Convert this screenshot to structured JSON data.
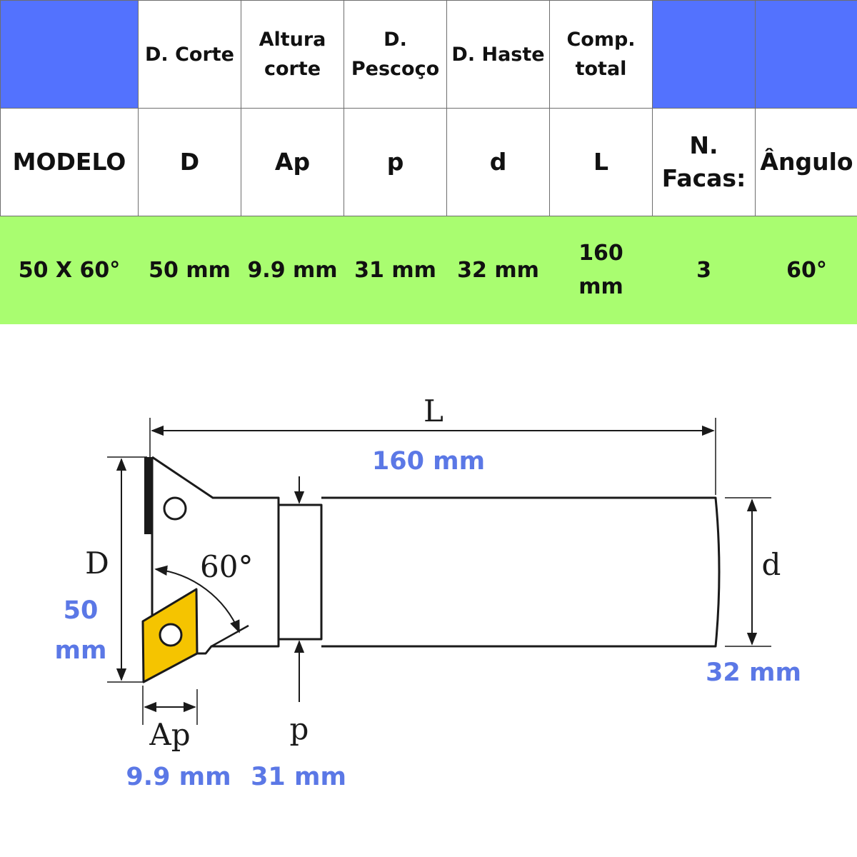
{
  "table": {
    "header_row": [
      "",
      "D. Corte",
      "Altura corte",
      "D. Pescoço",
      "D. Haste",
      "Comp. total",
      "",
      ""
    ],
    "symbol_row": [
      "MODELO",
      "D",
      "Ap",
      "p",
      "d",
      "L",
      "N. Facas:",
      "Ângulo"
    ],
    "value_row": [
      "50 X 60°",
      "50 mm",
      "9.9 mm",
      "31 mm",
      "32 mm",
      "160 mm",
      "3",
      "60°"
    ]
  },
  "diagram": {
    "angle_label": "60°",
    "dimensions": {
      "L": {
        "symbol": "L",
        "value": "160 mm"
      },
      "D": {
        "symbol": "D",
        "value_line1": "50",
        "value_line2": "mm"
      },
      "d": {
        "symbol": "d",
        "value": "32 mm"
      },
      "Ap": {
        "symbol": "Ap",
        "value": "9.9 mm"
      },
      "p": {
        "symbol": "p",
        "value": "31 mm"
      }
    }
  },
  "colors": {
    "header_blue": "#5372fe",
    "value_green": "#a9fd70",
    "dimension_blue": "#5b78e6",
    "insert_yellow": "#f5c400"
  }
}
